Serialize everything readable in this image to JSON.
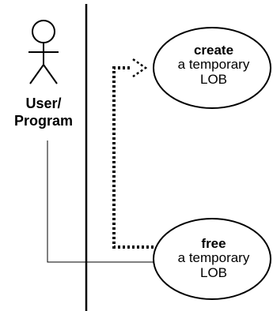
{
  "actor": {
    "line1": "User/",
    "line2": "Program"
  },
  "use_cases": [
    {
      "verb": "create",
      "line2": "a temporary",
      "line3": "LOB"
    },
    {
      "verb": "free",
      "line2": "a temporary",
      "line3": "LOB"
    }
  ]
}
